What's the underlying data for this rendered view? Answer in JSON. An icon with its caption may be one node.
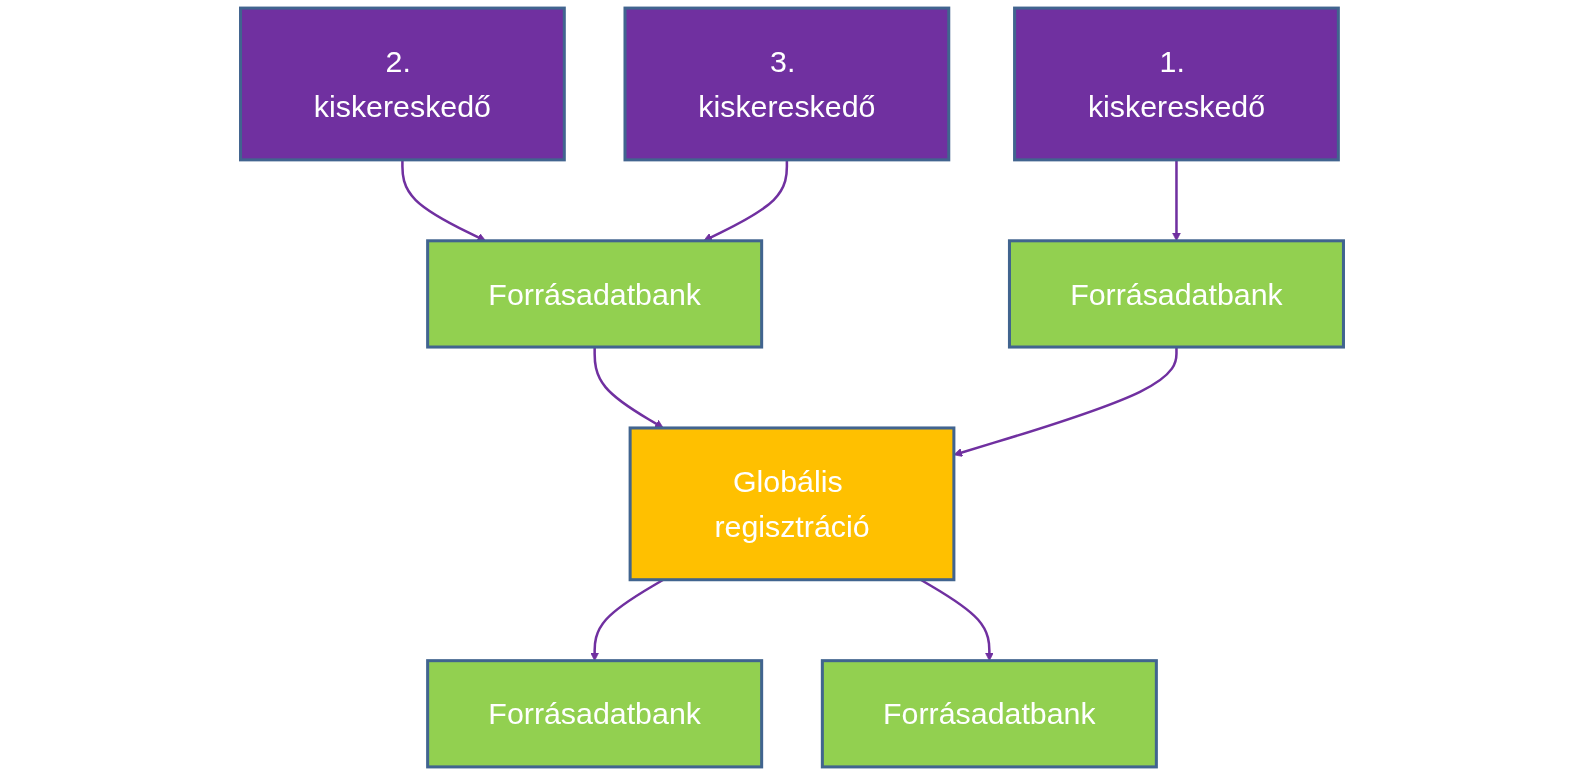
{
  "diagram": {
    "nodes": [
      {
        "text": [
          "Globális regisztráció"
        ]
      },
      {
        "text": [
          "Forrásadatbank"
        ]
      },
      {
        "text": [
          "Forrásadatbank"
        ]
      },
      {
        "text": [
          "Forrásadatbank"
        ]
      },
      {
        "text": [
          "Forrásadatbank"
        ]
      },
      {
        "text": [
          "1. kiskereskedő"
        ]
      },
      {
        "text": [
          "2. kiskereskedő"
        ]
      },
      {
        "text": [
          "3. kiskereskedő"
        ]
      }
    ],
    "edges": [
      {
        "from": 0,
        "to": 1,
        "arrow": "to"
      },
      {
        "from": 0,
        "to": 3,
        "arrow": "to"
      },
      {
        "from": 4,
        "to": 0,
        "arrow": "to"
      },
      {
        "from": 2,
        "to": 0,
        "arrow": "to"
      },
      {
        "from": 5,
        "to": 2,
        "arrow": "to"
      },
      {
        "from": 6,
        "to": 4,
        "arrow": "to"
      },
      {
        "from": 7,
        "to": 4,
        "arrow": "to"
      }
    ]
  }
}
